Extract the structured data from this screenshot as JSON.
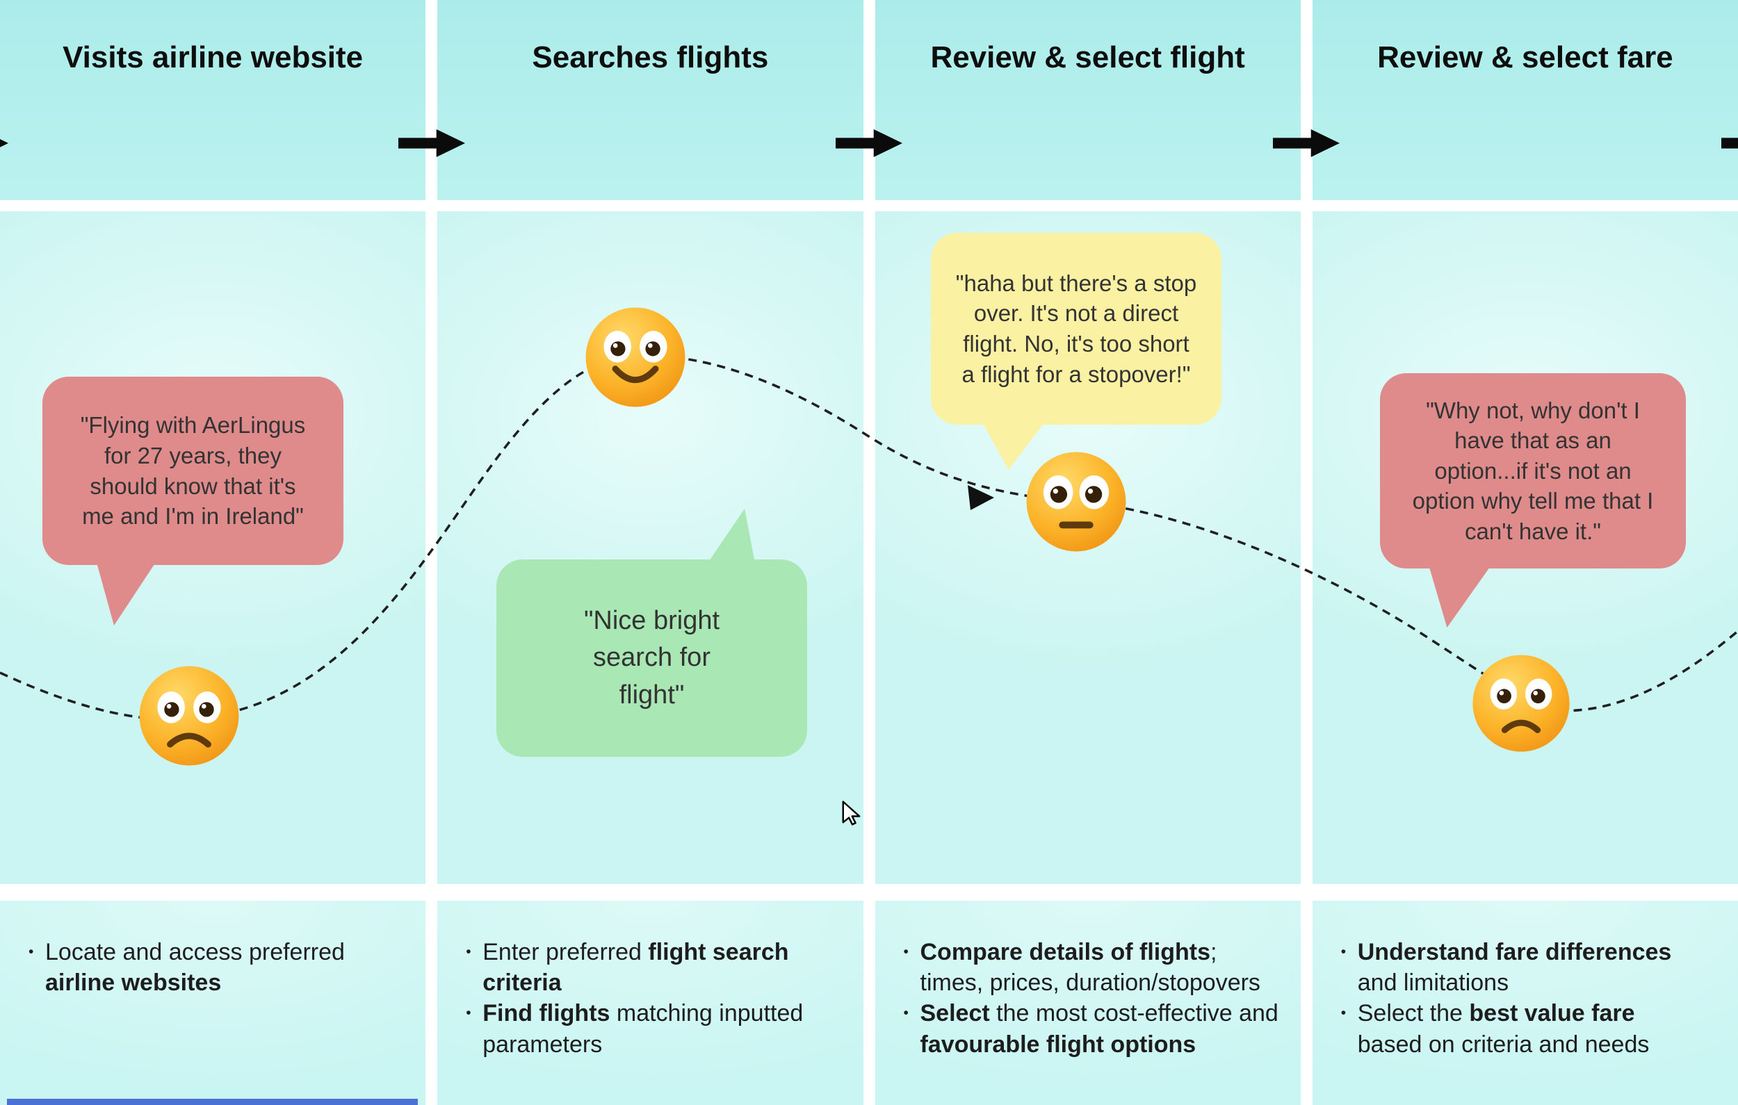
{
  "palette": {
    "header_bg": "#aeeeeb",
    "body_bg": "#cdf6f3",
    "gap": "#ffffff",
    "arrow": "#0b0b0b",
    "curve": "#1f1f1f",
    "negative_bubble": "#df8b8b",
    "positive_bubble": "#a9e7b4",
    "mixed_bubble": "#fbf1a3",
    "text": "#1d1d1d",
    "next_row_edge": "#4a72d6"
  },
  "icons": {
    "flow_arrow": "black-right-arrow",
    "cursor": "mouse-pointer"
  },
  "stages": [
    {
      "title": "Visits airline website",
      "mood": "sad-emoji",
      "quote_color": "#df8b8b",
      "quote": "\"Flying with AerLingus\nfor 27 years, they\nshould know that it's\nme and I'm in Ireland\"",
      "actions": [
        [
          {
            "t": "Locate and access preferred "
          },
          {
            "t": "airline websites",
            "b": true
          }
        ]
      ]
    },
    {
      "title": "Searches flights",
      "mood": "happy-emoji",
      "quote_color": "#a9e7b4",
      "quote": "\"Nice bright\nsearch for\nflight\"",
      "actions": [
        [
          {
            "t": "Enter preferred "
          },
          {
            "t": "flight search criteria",
            "b": true
          }
        ],
        [
          {
            "t": "Find flights",
            "b": true
          },
          {
            "t": " matching inputted parameters"
          }
        ]
      ]
    },
    {
      "title": "Review & select flight",
      "mood": "neutral-emoji",
      "quote_color": "#fbf1a3",
      "quote": "\"haha but there's a stop\nover.  It's not a direct\nflight. No, it's too short\na flight for a stopover!\"",
      "actions": [
        [
          {
            "t": "Compare details of flights",
            "b": true
          },
          {
            "t": "; times, prices, duration/stopovers"
          }
        ],
        [
          {
            "t": "Select",
            "b": true
          },
          {
            "t": " the most cost-effective and "
          },
          {
            "t": "favourable",
            "b": true
          },
          {
            "t": " "
          },
          {
            "t": "flight options",
            "b": true
          }
        ]
      ]
    },
    {
      "title": "Review & select fare",
      "mood": "worried-emoji",
      "quote_color": "#df8b8b",
      "quote": "\"Why not, why don't I\nhave that as an\noption...if it's not an\noption why tell me that I\ncan't have it.\"",
      "actions": [
        [
          {
            "t": "Understand fare differences",
            "b": true
          },
          {
            "t": " and limitations"
          }
        ],
        [
          {
            "t": "Select the "
          },
          {
            "t": "best value fare",
            "b": true
          },
          {
            "t": " based on criteria and needs"
          }
        ]
      ]
    }
  ]
}
